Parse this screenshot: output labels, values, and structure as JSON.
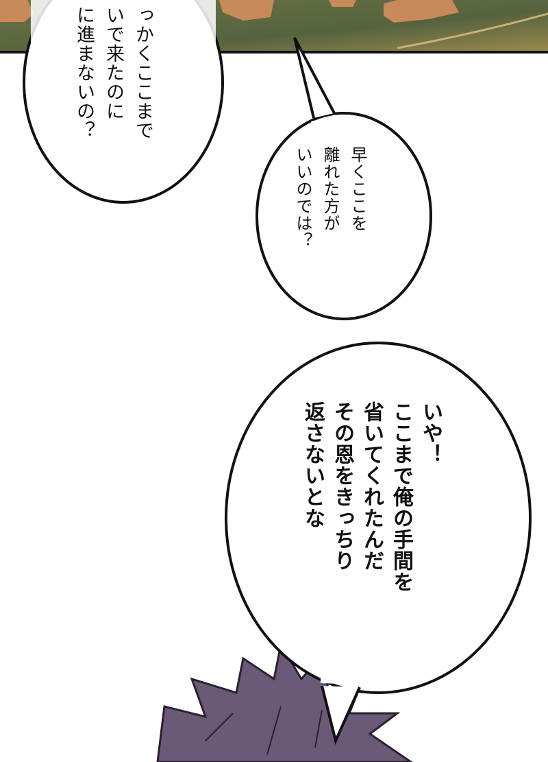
{
  "bubbles": [
    {
      "lines": [
        "っかくここまで",
        "いで来たのに",
        "に進まないの？"
      ]
    },
    {
      "lines": [
        "早くここを",
        "離れた方が",
        "いいのでは？"
      ]
    },
    {
      "lines": [
        "いや！",
        "ここまで俺の手間を",
        "省いてくれたんだ",
        "その恩をきっちり",
        "返さないとな"
      ]
    }
  ],
  "colors": {
    "grass": "#5f6b3f",
    "rock": "#c98a5a",
    "hair": "#6a5a78",
    "ink": "#111111"
  }
}
